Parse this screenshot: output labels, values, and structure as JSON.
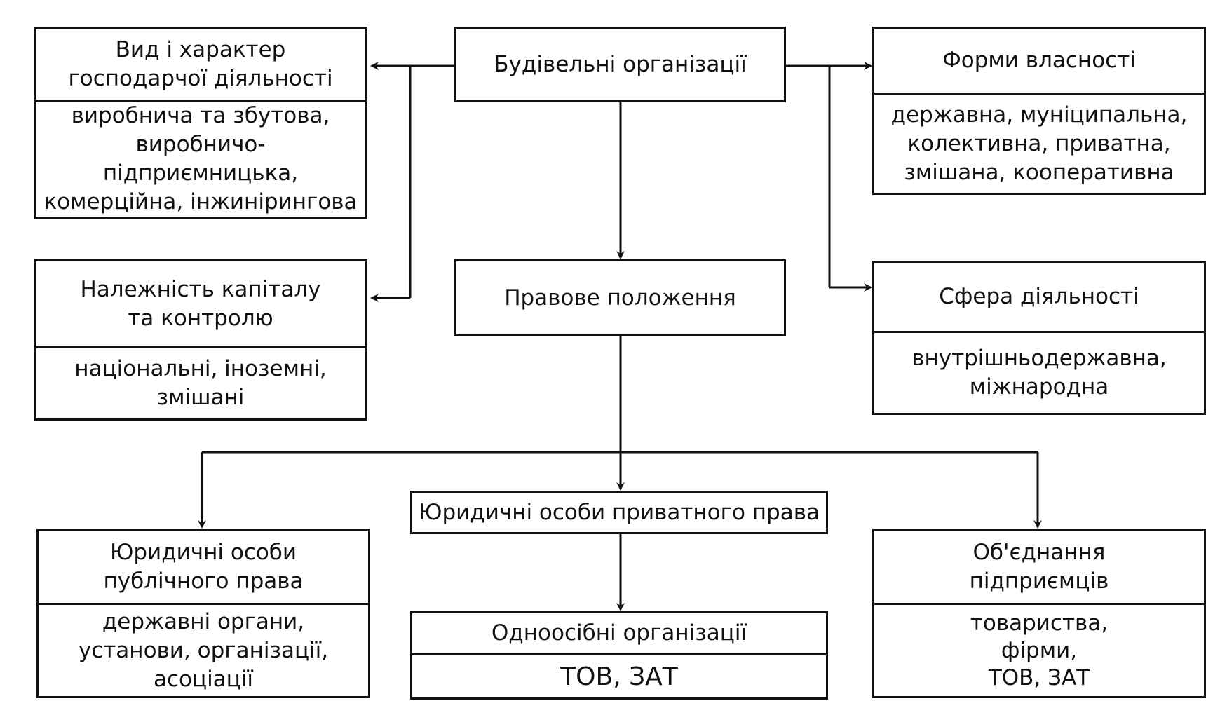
{
  "nodes": {
    "root": {
      "title": "Будівельні організації"
    },
    "activity_type": {
      "title": "Вид і характер\nгосподарчої діяльності",
      "items": "виробнича та збутова,\nвиробничо-підприємницька,\nкомерційна, інжинірингова"
    },
    "capital": {
      "title": "Належність капіталу\nта контролю",
      "items": "національні, іноземні,\nзмішані"
    },
    "ownership": {
      "title": "Форми власності",
      "items": "державна, муніципальна,\nколективна, приватна,\nзмішана, кооперативна"
    },
    "sphere": {
      "title": "Сфера діяльності",
      "items": "внутрішньодержавна,\nміжнародна"
    },
    "legal": {
      "title": "Правове положення"
    },
    "private": {
      "title": "Юридичні особи приватного права"
    },
    "public": {
      "title": "Юридичні особи\nпублічного права",
      "items": "державні органи,\nустанови, організації,\nасоціації"
    },
    "sole": {
      "title": "Одноосібні організації",
      "items": "ТОВ, ЗАТ"
    },
    "union": {
      "title": "Об'єднання\nпідприємців",
      "items": "товариства,\nфірми,\nТОВ, ЗАТ"
    }
  }
}
